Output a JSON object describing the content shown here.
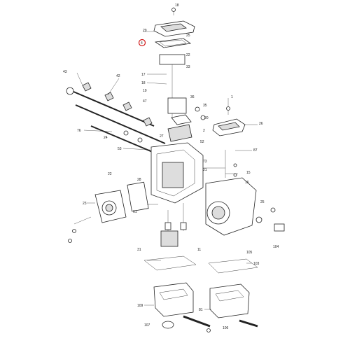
{
  "highlight_color": "#d11a1a",
  "labels": {
    "p18": "18",
    "p29": "29",
    "p25": "25",
    "p22": "22",
    "p33": "33",
    "p17": "17",
    "p18b": "18",
    "p19": "19",
    "p36": "36",
    "p35": "35",
    "p20": "20",
    "p43": "43",
    "p42": "42",
    "p47": "47",
    "p76": "76",
    "p26": "26",
    "p1": "1",
    "p2": "2",
    "p27": "27",
    "p24": "24",
    "p52": "52",
    "p53": "53",
    "p73": "73",
    "p87": "87",
    "p21": "21",
    "p22b": "22",
    "p28": "28",
    "p15": "15",
    "p16": "16",
    "p61": "61",
    "p23": "23",
    "p25b": "25",
    "p31": "31",
    "p11": "11",
    "p103": "103",
    "p104": "104",
    "p105": "105",
    "p109": "109",
    "p81": "81",
    "p107": "107",
    "p106": "106"
  },
  "highlight_label": "4"
}
